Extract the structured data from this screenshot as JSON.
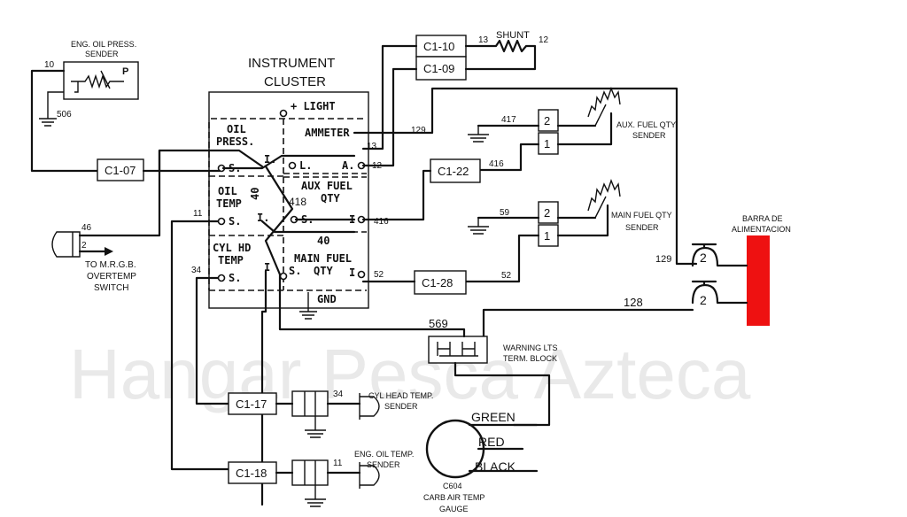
{
  "watermark": "Hangar Pesca Azteca",
  "cluster": {
    "title_1": "INSTRUMENT",
    "title_2": "CLUSTER",
    "light": "+ LIGHT",
    "ammeter": "AMMETER",
    "ammeter_l": "L.",
    "ammeter_a": "A.",
    "oil_press_1": "OIL",
    "oil_press_2": "PRESS.",
    "oil_temp_1": "OIL",
    "oil_temp_2": "TEMP",
    "cyl_hd_1": "CYL HD",
    "cyl_hd_2": "TEMP",
    "aux_fuel_1": "AUX FUEL",
    "aux_fuel_2": "QTY",
    "main_fuel_1": "MAIN FUEL",
    "main_fuel_2": "QTY",
    "gnd": "GND",
    "s": "S.",
    "i": "I",
    "i_dot": "I.",
    "forty_a": "40",
    "forty_b": "40",
    "w418": "418"
  },
  "connectors": {
    "c110": "C1-10",
    "c109": "C1-09",
    "c107": "C1-07",
    "c122": "C1-22",
    "c128": "C1-28",
    "c117": "C1-17",
    "c118": "C1-18"
  },
  "wires": {
    "w10": "10",
    "w506": "506",
    "w13a": "13",
    "w12a": "12",
    "w129a": "129",
    "w13b": "13",
    "w12b": "12",
    "w417": "417",
    "w416a": "416",
    "w416b": "416",
    "w11a": "11",
    "w46": "46",
    "w2": "2",
    "w59": "59",
    "w52a": "52",
    "w52b": "52",
    "w34a": "34",
    "w569": "569",
    "w128": "128",
    "w129b": "129",
    "w34b": "34",
    "w11b": "11"
  },
  "labels": {
    "oil_press_sender_1": "ENG. OIL PRESS.",
    "oil_press_sender_2": "SENDER",
    "p": "P",
    "shunt": "SHUNT",
    "aux_sender_1": "AUX. FUEL QTY",
    "aux_sender_2": "SENDER",
    "main_sender_1": "MAIN FUEL QTY",
    "main_sender_2": "SENDER",
    "barra_1": "BARRA DE",
    "barra_2": "ALIMENTACION",
    "to_mrgb_1": "TO M.R.G.B.",
    "to_mrgb_2": "OVERTEMP",
    "to_mrgb_3": "SWITCH",
    "warning_1": "WARNING LTS",
    "warning_2": "TERM. BLOCK",
    "cyl_sender_1": "CYL HEAD TEMP.",
    "cyl_sender_2": "SENDER",
    "oil_temp_sender_1": "ENG. OIL TEMP.",
    "oil_temp_sender_2": "SENDER",
    "green": "GREEN",
    "red": "RED",
    "black": "BLACK",
    "c604_1": "C604",
    "c604_2": "CARB AIR TEMP",
    "c604_3": "GAUGE",
    "pin2_a": "2",
    "pin1_a": "1",
    "pin2_b": "2",
    "pin1_b": "1",
    "bus2_a": "2",
    "bus2_b": "2"
  },
  "colors": {
    "bus_bar": "#ee1111",
    "ink": "#111111",
    "watermark": "#e9e9e9"
  }
}
